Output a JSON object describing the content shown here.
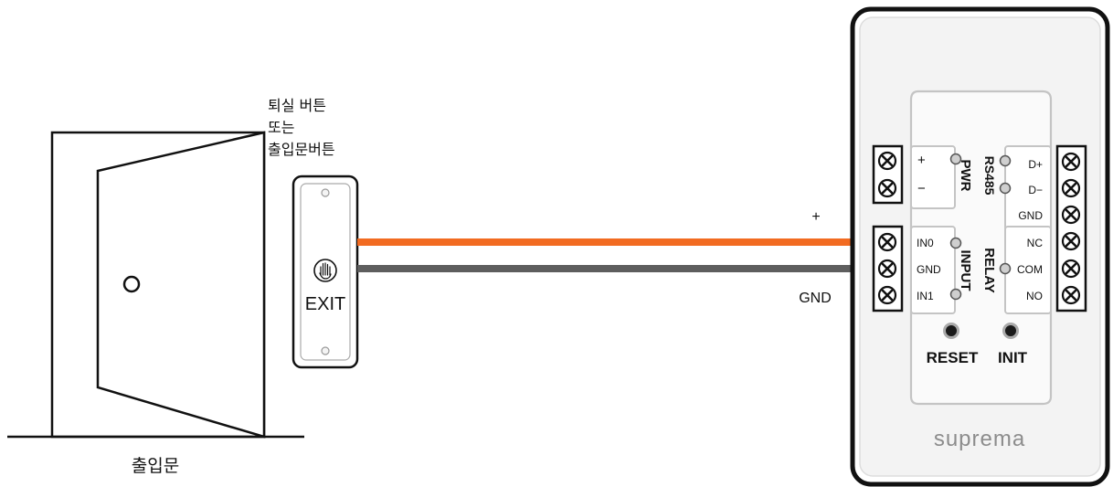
{
  "door": {
    "label": "출입문"
  },
  "exit_button": {
    "label_lines": [
      "퇴실 버튼",
      "또는",
      "출입문버튼"
    ],
    "text": "EXIT",
    "icon": "hand-icon"
  },
  "wires": {
    "positive_label": "+",
    "ground_label": "GND",
    "positive_color": "#f26b21",
    "ground_color": "#5e5e5e"
  },
  "controller": {
    "brand": "suprema",
    "pwr": {
      "title": "PWR",
      "pins": [
        "+",
        "−"
      ]
    },
    "rs485": {
      "title": "RS485",
      "pins": [
        "D+",
        "D−",
        "GND"
      ]
    },
    "input": {
      "title": "INPUT",
      "pins": [
        "IN0",
        "GND",
        "IN1"
      ]
    },
    "relay": {
      "title": "RELAY",
      "pins": [
        "NC",
        "COM",
        "NO"
      ]
    },
    "reset_label": "RESET",
    "init_label": "INIT"
  }
}
